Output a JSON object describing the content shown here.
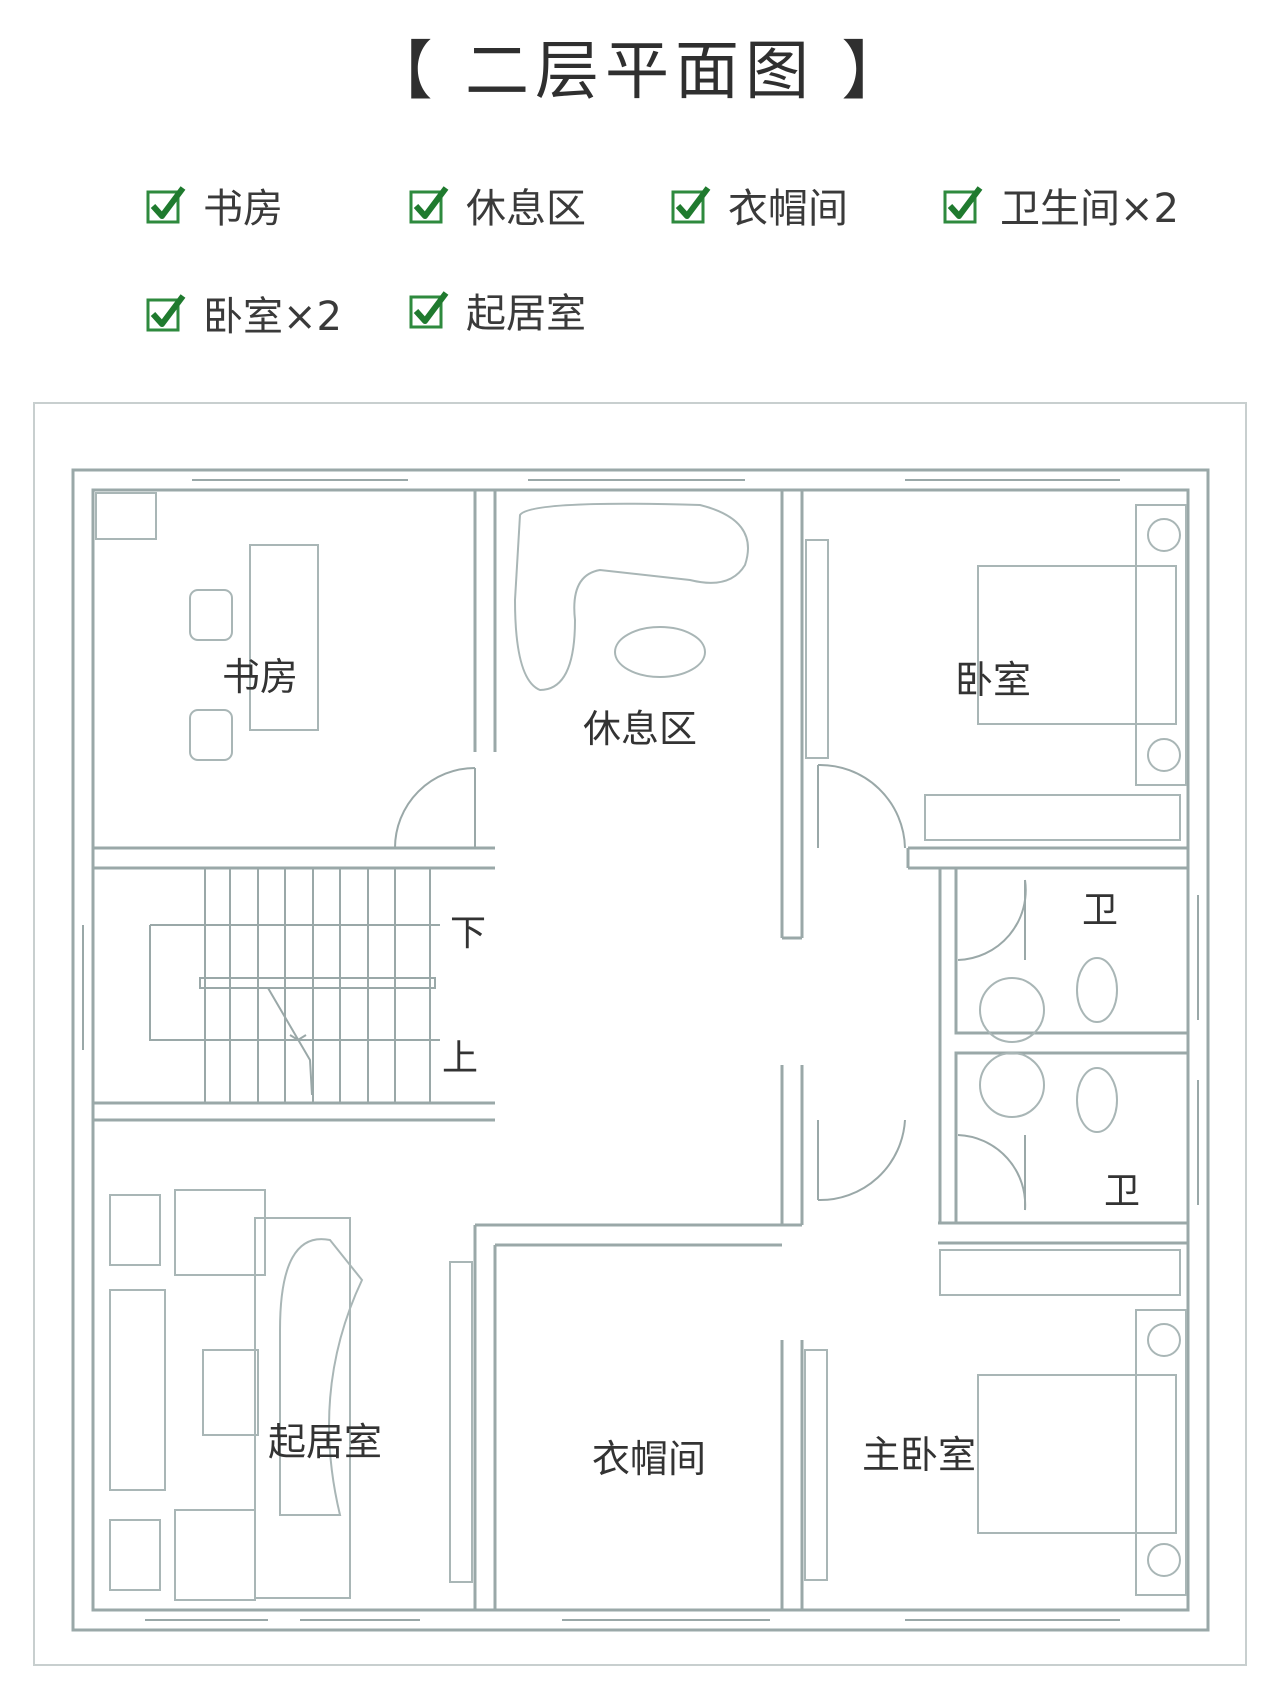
{
  "title": "【 二层平面图 】",
  "features": [
    {
      "label": "书房"
    },
    {
      "label": "休息区"
    },
    {
      "label": "衣帽间"
    },
    {
      "label": "卫生间×2"
    },
    {
      "label": "卧室×2"
    },
    {
      "label": "起居室"
    }
  ],
  "plan": {
    "study": "书房",
    "lounge": "休息区",
    "bedroom": "卧室",
    "bath_upper": "卫",
    "bath_lower": "卫",
    "stair_down": "下",
    "stair_up": "上",
    "living": "起居室",
    "closet": "衣帽间",
    "master": "主卧室"
  },
  "colors": {
    "check_box": "#2e8a3e",
    "check_mark": "#1f7a2e",
    "wall": "#8a9a9a",
    "line": "#a9b6b6"
  }
}
